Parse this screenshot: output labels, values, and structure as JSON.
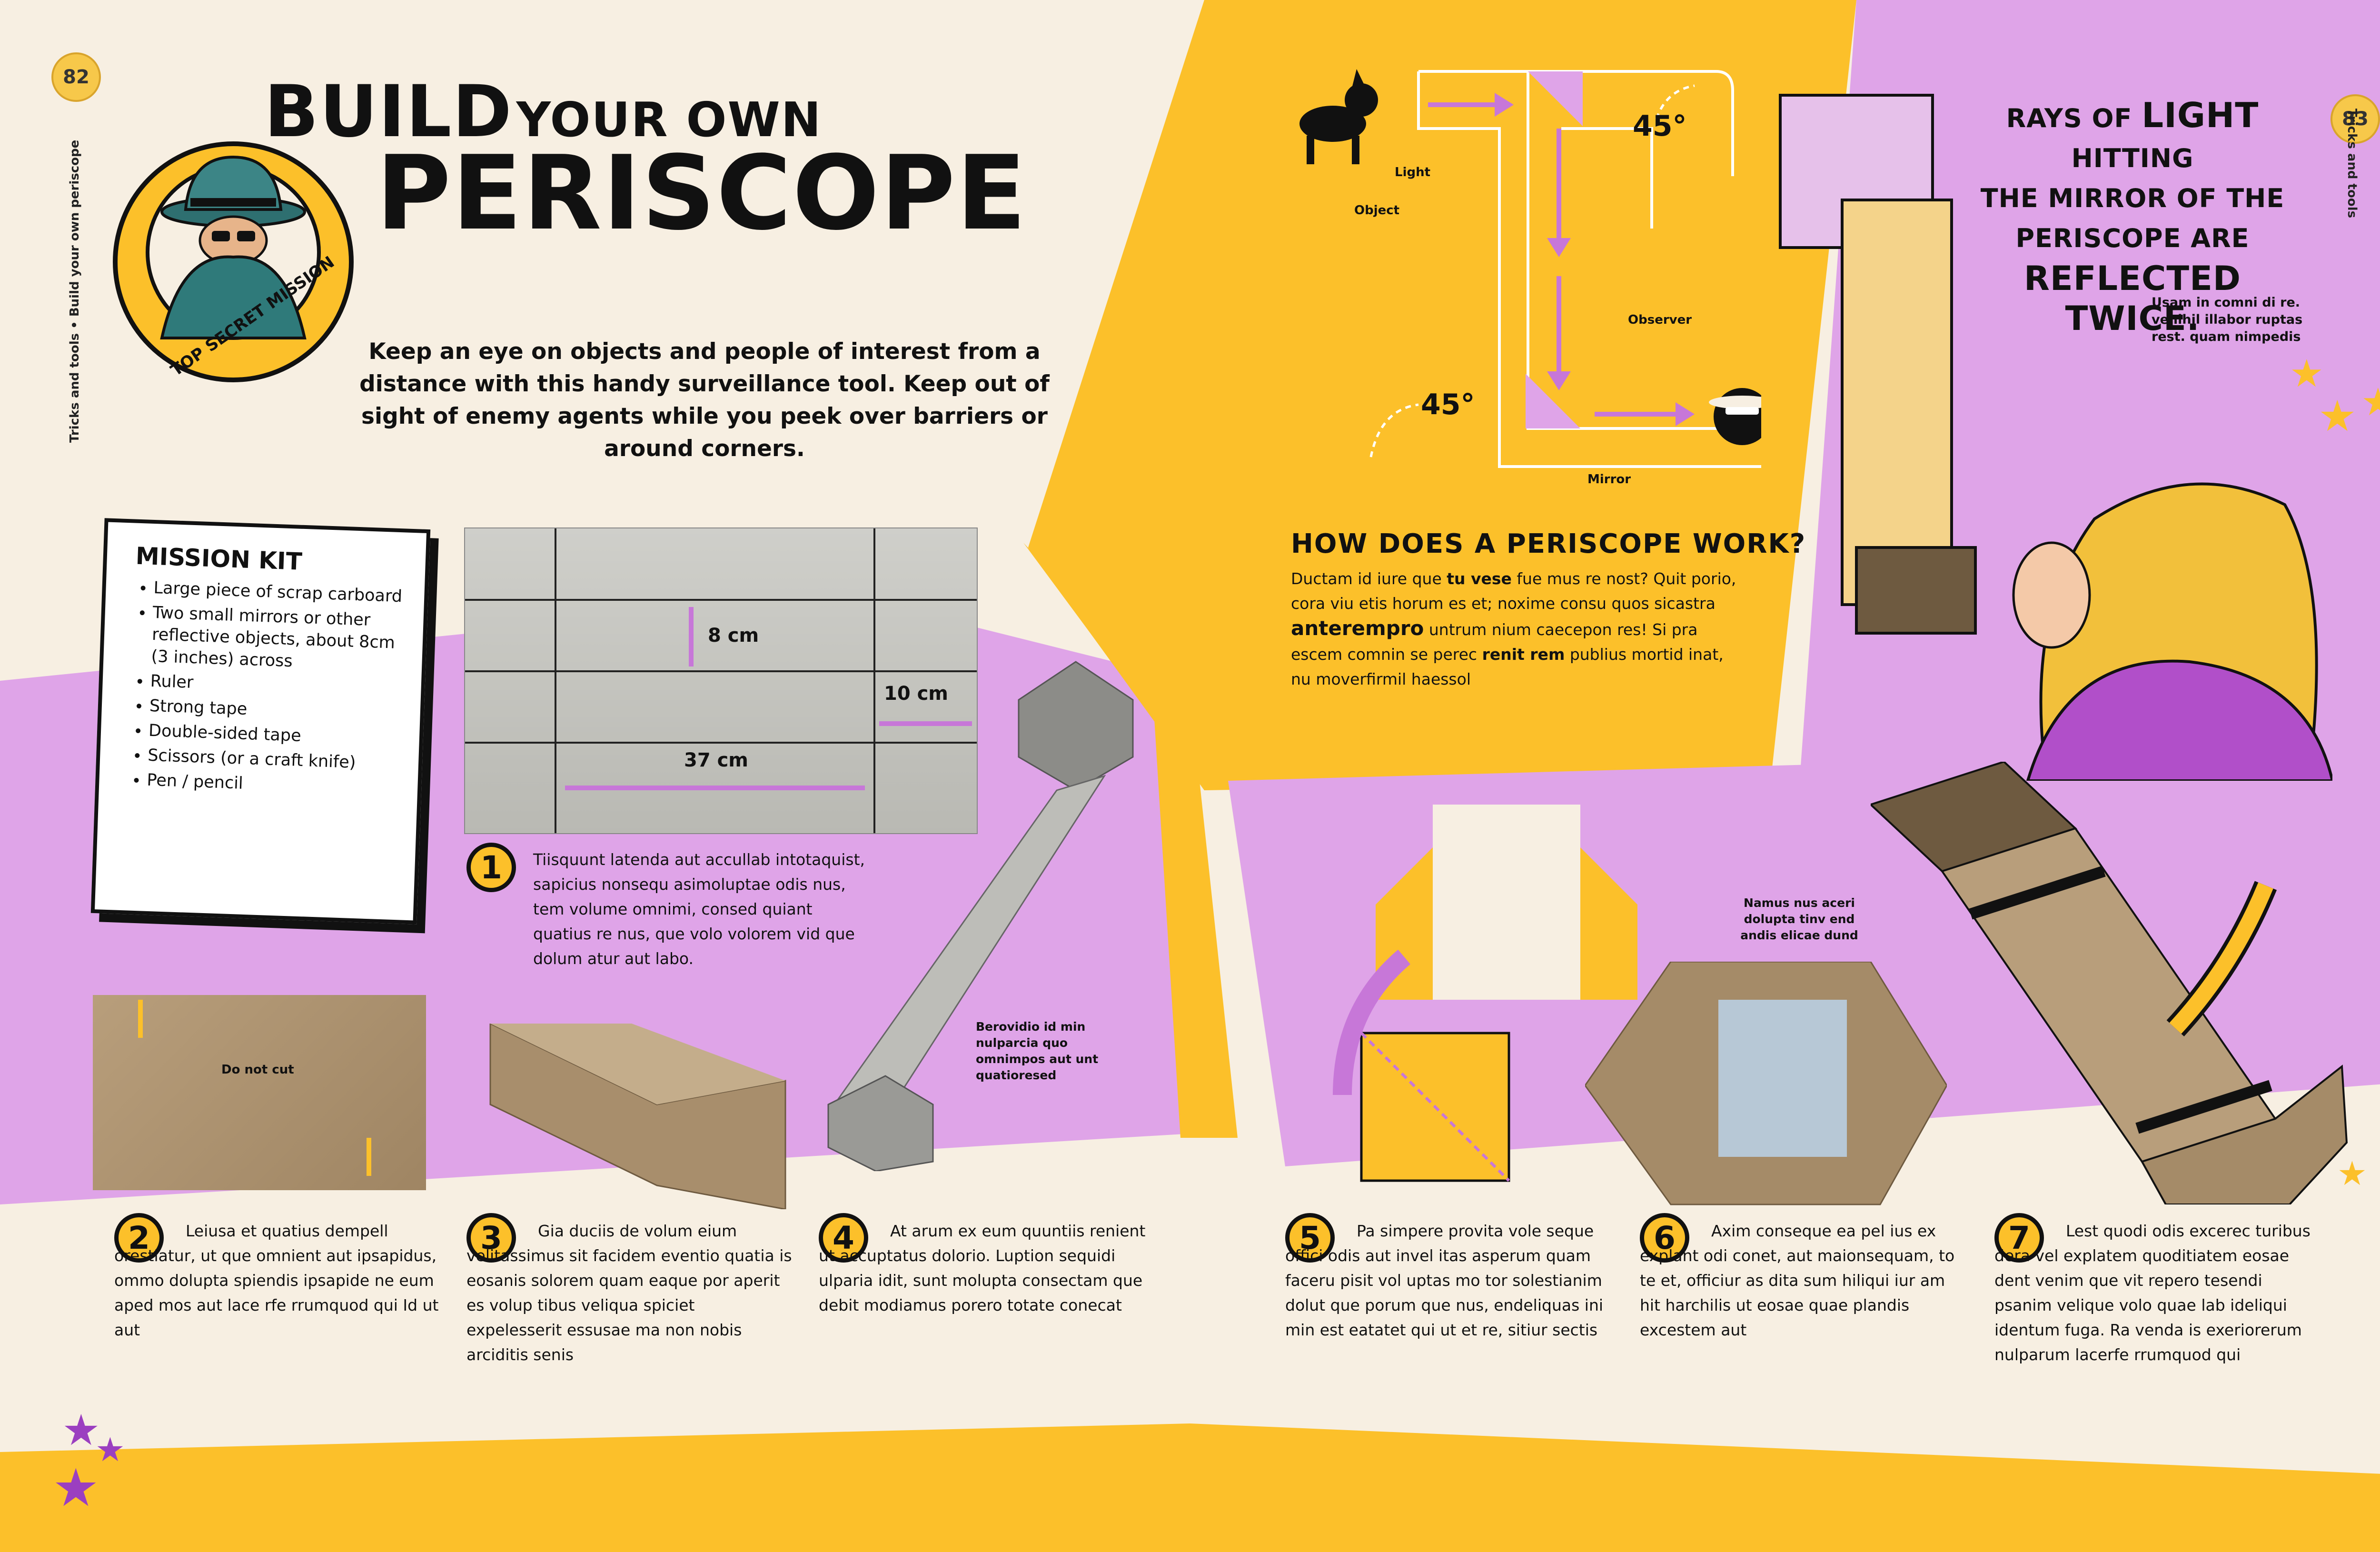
{
  "page_numbers": {
    "left": "82",
    "right": "83"
  },
  "side_labels": {
    "left": "Tricks and tools • Build your own periscope",
    "right": "Tricks and tools"
  },
  "badge_text": "TOP SECRET MISSION",
  "title": {
    "line1_big": "BUILD",
    "line1_small": "YOUR OWN",
    "line2": "PERISCOPE"
  },
  "intro": "Keep an eye on objects and people of interest from a distance with this handy surveillance tool. Keep out of sight of enemy agents while you peek over barriers or around corners.",
  "mission_kit": {
    "title": "MISSION KIT",
    "items": [
      "Large piece of scrap carboard",
      "Two small mirrors or other reflective objects, about 8cm (3 inches) across",
      "Ruler",
      "Strong tape",
      "Double-sided tape",
      "Scissors (or a craft knife)",
      "Pen / pencil"
    ]
  },
  "measurements": {
    "height": "8 cm",
    "width": "10 cm",
    "length": "37 cm"
  },
  "diagram": {
    "angle_top": "45°",
    "angle_bottom": "45°",
    "light": "Light",
    "object": "Object",
    "observer": "Observer",
    "mirror": "Mirror"
  },
  "how": {
    "title": "HOW DOES A PERISCOPE WORK?",
    "p1": "Ductam id iure que ",
    "b1": "tu vese",
    "p2": " fue mus re nost? Quit porio, cora viu etis horum es et; noxime consu quos sicastra ",
    "b2": "anterempro",
    "p3": " untrum nium caecepon res! Si pra escem comnin se perec ",
    "b3": "renit rem",
    "p4": " publius mortid inat, nu moverfirmil haessol"
  },
  "rays": {
    "l1a": "RAYS OF ",
    "l1b": "LIGHT",
    "l1c": " HITTING",
    "l2": "THE MIRROR OF THE",
    "l3": "PERISCOPE ARE",
    "l4": "REFLECTED TWICE."
  },
  "callouts": {
    "usam": "Usam in comni di re. venihil illabor ruptas rest. quam nimpedis",
    "berovidio": "Berovidio id min nulparcia quo omnimpos aut unt quatioresed",
    "namus": "Namus nus aceri dolupta tinv end andis elicae dund",
    "do_not_cut": "Do not cut"
  },
  "steps": [
    {
      "n": "1",
      "text": "Tiisquunt latenda aut accullab intotaquist, sapicius nonsequ asimoluptae odis nus, tem volume omnimi, consed quiant quatius re nus, que volo volorem vid que dolum atur aut labo."
    },
    {
      "n": "2",
      "text": "Leiusa et quatius dempell orestiatur, ut que omnient aut ipsapidus, ommo dolupta spiendis ipsapide ne eum aped mos aut lace rfe rrumquod qui Id ut aut"
    },
    {
      "n": "3",
      "text": "Gia duciis de volum eium velitassimus sit facidem eventio quatia is eosanis solorem quam eaque por aperit es volup tibus veliqua spiciet expelesserit essusae ma non nobis arciditis senis"
    },
    {
      "n": "4",
      "text": "At arum ex eum quuntiis renient ut accuptatus dolorio. Luption sequidi ulparia idit, sunt molupta consectam que debit modiamus porero totate conecat"
    },
    {
      "n": "5",
      "text": "Pa simpere provita vole seque offici odis aut invel itas asperum quam faceru pisit vol uptas mo tor solestianim dolut que porum que nus, endeliquas ini min est eatatet qui ut et re, sitiur sectis"
    },
    {
      "n": "6",
      "text": "Axim conseque ea pel ius ex explant odi conet, aut maionsequam, to te et, officiur as dita sum hiliqui iur am hit harchilis ut eosae quae plandis excestem aut"
    },
    {
      "n": "7",
      "text": "Lest quodi odis excerec turibus dera vel explatem quoditiatem eosae dent venim que vit repero tesendi psanim velique volo quae lab ideliqui identum fuga. Ra venda is exeriorerum nulparum lacerfe rrumquod qui"
    }
  ],
  "colors": {
    "yellow": "#fcc02a",
    "purple": "#dfa4e8",
    "cream": "#f7efe2",
    "ink": "#111111",
    "arrow": "#c777d8"
  }
}
